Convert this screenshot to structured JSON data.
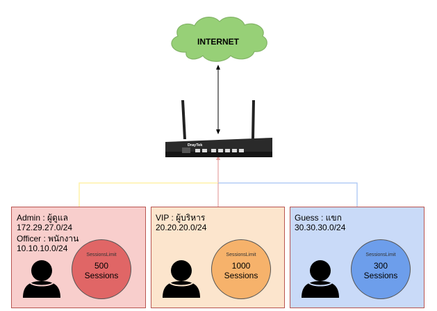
{
  "internet": {
    "label": "INTERNET",
    "fill": "#97d077",
    "stroke": "#82b366"
  },
  "router": {
    "brand": "DrayTek"
  },
  "groups": [
    {
      "lines": [
        "Admin : ผู้ดูแล",
        "172.29.27.0/24",
        "Officer : พนักงาน",
        "10.10.10.0/24"
      ],
      "limit_label": "SessionsLimit",
      "limit_value": "500",
      "unit": "Sessions",
      "box_fill": "#f8cecc",
      "box_stroke": "#b85450",
      "circle_fill": "#e06666",
      "link_color": "#fff2a8"
    },
    {
      "lines": [
        "VIP : ผู้บริหาร",
        "20.20.20.0/24"
      ],
      "limit_label": "SessionsLimit",
      "limit_value": "1000",
      "unit": "Sessions",
      "box_fill": "#fce5cd",
      "box_stroke": "#b85450",
      "circle_fill": "#f6b26b",
      "link_color": "#e6a2a0"
    },
    {
      "lines": [
        "Guess : แขก",
        "30.30.30.0/24"
      ],
      "limit_label": "SessionsLimit",
      "limit_value": "300",
      "unit": "Sessions",
      "box_fill": "#c9daf8",
      "box_stroke": "#b85450",
      "circle_fill": "#6d9eeb",
      "link_color": "#a4c2f4"
    }
  ]
}
